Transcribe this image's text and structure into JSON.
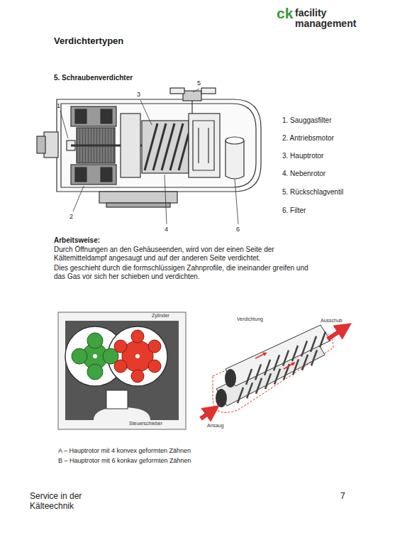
{
  "diagram": {
    "title": "Verdichtertypen",
    "labels": [
      "ck",
      "facility management",
      "5. Schraubenverdichter",
      "1",
      "2",
      "3",
      "4",
      "5",
      "6",
      "1. Sauggasfilter",
      "2. Antriebsmotor",
      "3. Hauptrotor",
      "4. Nebenrotor",
      "5. Rückschlagventil",
      "6. Filter",
      "Arbeitsweise:",
      "Durch Öffnungen an den Gehäuseenden, wird von der einen Seite der Kältemitteldampf angesaugt und auf der anderen Seite verdichtet.",
      "Dies geschieht durch die formschlüssigen Zahnprofile, die ineinander greifen und das Gas vor sich her schieben und verdichten.",
      "Zylinder",
      "Steuerschieber",
      "Verdichtung",
      "Ausschub",
      "Ansaug",
      "A – Hauptrotor mit 4 konvex geformten Zähnen",
      "B – Hauptrotor mit 6 konkav geformten Zähnen",
      "Service in der Kälteechnik",
      "7"
    ]
  }
}
